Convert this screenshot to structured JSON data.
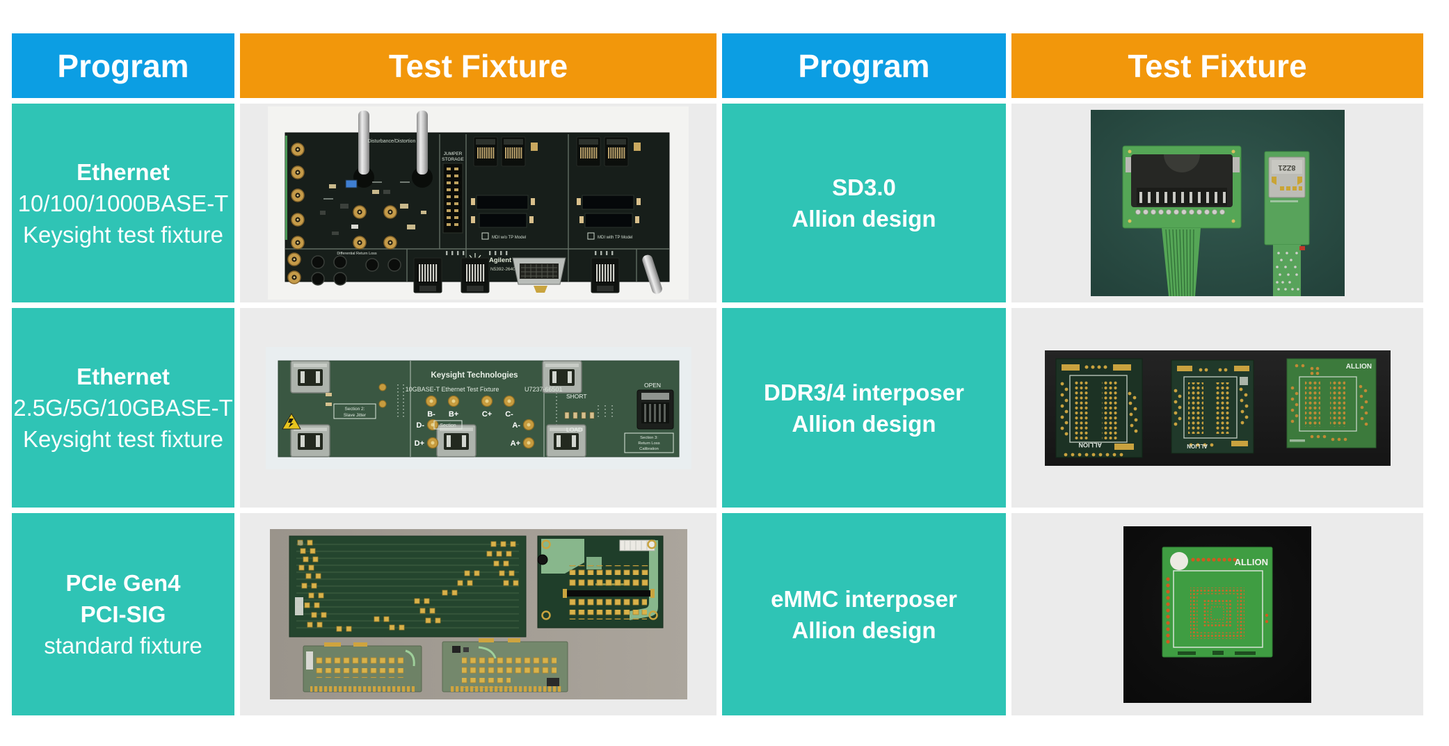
{
  "colors": {
    "header_blue": "#0c9ee3",
    "header_orange": "#f2970b",
    "program_teal": "#2fc4b5",
    "photo_cell_gray": "#ebebeb",
    "page_bg": "#ffffff"
  },
  "headers": [
    "Program",
    "Test Fixture",
    "Program",
    "Test Fixture"
  ],
  "cells": {
    "r1_left": [
      "Ethernet",
      "10/100/1000BASE-T",
      "Keysight test fixture"
    ],
    "r2_left": [
      "Ethernet",
      "2.5G/5G/10GBASE-T",
      "Keysight test fixture"
    ],
    "r3_left": [
      "PCIe Gen4",
      "PCI-SIG",
      "standard fixture"
    ],
    "r1_right": [
      "SD3.0",
      "Allion design"
    ],
    "r2_right": [
      "DDR3/4 interposer",
      "Allion design"
    ],
    "r3_right": [
      "eMMC interposer",
      "Allion design"
    ]
  },
  "photos": {
    "agilent_fixture": {
      "top_label": "Disturbance/Distortion",
      "jumper_label_1": "JUMPER",
      "jumper_label_2": "STORAGE",
      "brand": "Agilent Technologies",
      "model": "N5392-26404   REV 002",
      "return_loss_label": "Differential Return Loss",
      "model6": "MDI w/o TP Model",
      "model7": "MDI with TP Model"
    },
    "keysight_fixture": {
      "brand": "Keysight Technologies",
      "title": "10GBASE-T Ethernet Test Fixture",
      "model": "U7237-66501",
      "pads": [
        "B-",
        "B+",
        "C+",
        "C-",
        "D-",
        "D+",
        "A-",
        "A+"
      ],
      "section2": [
        "Section 2:",
        "Slave Jitter"
      ],
      "section_label": "Section",
      "short_label": "SHORT",
      "load_label": "LOAD",
      "open_label": "OPEN",
      "section3": [
        "Section 3:",
        "Return Loss",
        "Calibration"
      ]
    },
    "sd_fixture": {
      "chip_marking": "8Z21"
    },
    "ddr_interposer": {
      "brand": "ALLION"
    },
    "emmc_interposer": {
      "brand": "ALLION"
    }
  }
}
